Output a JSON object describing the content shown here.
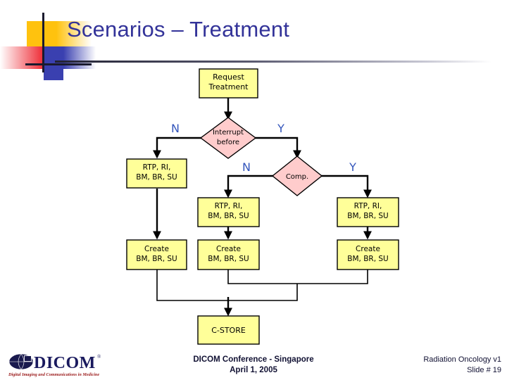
{
  "slide": {
    "title": "Scenarios – Treatment",
    "title_color": "#333399"
  },
  "decoration": {
    "yellow": "#FFC20E",
    "red": "#EE2A34",
    "blue": "#3A40B0",
    "crosshair": "#1a1a2e"
  },
  "flowchart": {
    "box_fill": "#FFFF99",
    "diamond_fill": "#FFCCCC",
    "stroke": "#000000",
    "label_color": "#3355BB",
    "nodes": {
      "request_treatment": "Request\nTreatment",
      "request_treatment_l1": "Request",
      "request_treatment_l2": "Treatment",
      "interrupt_before_l1": "Interrupt",
      "interrupt_before_l2": "before",
      "comp": "Comp.",
      "rtp_left_l1": "RTP, RI,",
      "rtp_left_l2": "BM, BR, SU",
      "rtp_mid_l1": "RTP, RI,",
      "rtp_mid_l2": "BM, BR, SU",
      "rtp_right_l1": "RTP, RI,",
      "rtp_right_l2": "BM, BR, SU",
      "create_left_l1": "Create",
      "create_left_l2": "BM, BR, SU",
      "create_mid_l1": "Create",
      "create_mid_l2": "BM, BR, SU",
      "create_right_l1": "Create",
      "create_right_l2": "BM, BR, SU",
      "cstore": "C-STORE"
    },
    "branch_labels": {
      "interrupt_no": "N",
      "interrupt_yes": "Y",
      "comp_no": "N",
      "comp_yes": "Y"
    }
  },
  "footer": {
    "logo_wordmark": "DICOM",
    "logo_tagline": "Digital Imaging and Communications in Medicine",
    "center_line1": "DICOM Conference - Singapore",
    "center_line2": "April 1, 2005",
    "right_line1": "Radiation Oncology  v1",
    "right_line2": "Slide # 19"
  }
}
